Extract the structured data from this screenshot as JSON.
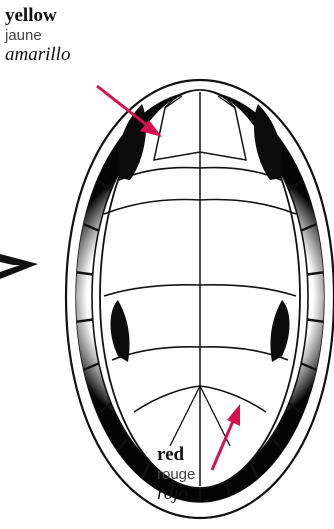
{
  "labels": {
    "yellow": {
      "en": "yellow",
      "fr": "jaune",
      "es": "amarillo",
      "arrow_color": "#d6114f"
    },
    "red": {
      "en": "red",
      "fr": "rouge",
      "es": "rojo",
      "arrow_color": "#d6114f"
    }
  },
  "colors": {
    "outline": "#111111",
    "shell_fill": "#ffffff",
    "dark_marking": "#0c0c0c",
    "arrow": "#d6114f"
  },
  "icons": {
    "side_pointer": "left-arrow-head-icon"
  }
}
